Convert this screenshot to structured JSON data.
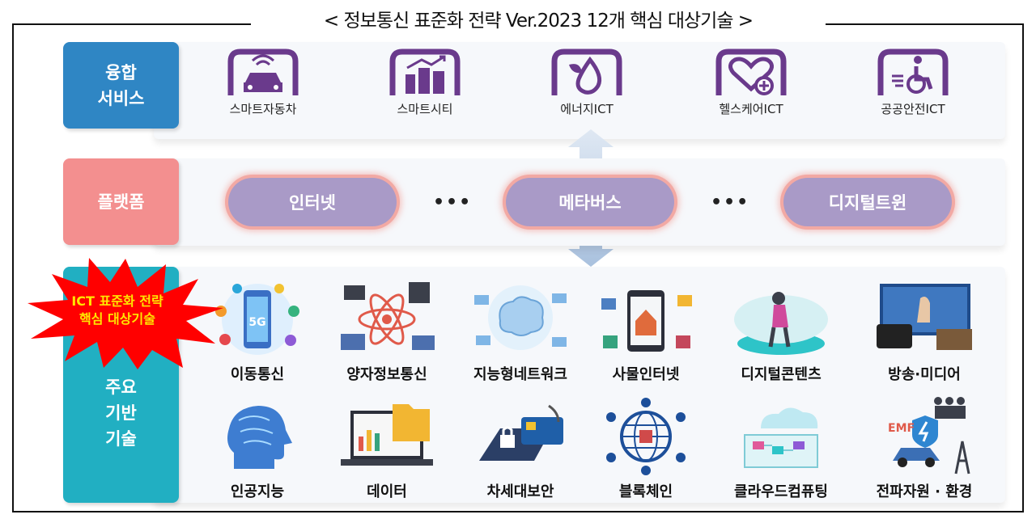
{
  "title": "< 정보통신 표준화 전략 Ver.2023 12개 핵심 대상기술 >",
  "categories": {
    "convergence": {
      "label_line1": "융합",
      "label_line2": "서비스"
    },
    "platform": {
      "label": "플랫폼"
    },
    "foundation": {
      "label_line1": "주요",
      "label_line2": "기반",
      "label_line3": "기술"
    }
  },
  "services": [
    {
      "label": "스마트자동차",
      "icon": "smart-car-icon"
    },
    {
      "label": "스마트시티",
      "icon": "smart-city-icon"
    },
    {
      "label": "에너지ICT",
      "icon": "energy-drop-icon"
    },
    {
      "label": "헬스케어ICT",
      "icon": "health-heart-icon"
    },
    {
      "label": "공공안전ICT",
      "icon": "wheelchair-icon"
    }
  ],
  "platforms": {
    "items": [
      "인터넷",
      "메타버스",
      "디지털트윈"
    ],
    "ellipsis": "•••"
  },
  "core_badge": {
    "line1": "ICT 표준화 전략",
    "line2": "핵심 대상기술"
  },
  "technologies_row1": [
    "이동통신",
    "양자정보통신",
    "지능형네트워크",
    "사물인터넷",
    "디지털콘텐츠",
    "방송·미디어"
  ],
  "technologies_row2": [
    "인공지능",
    "데이터",
    "차세대보안",
    "블록체인",
    "클라우드컴퓨팅",
    "전파자원 · 환경"
  ],
  "colors": {
    "convergence": "#2f86c4",
    "platform": "#f38f8f",
    "foundation": "#21afc2",
    "icon_purple": "#6a3a8c",
    "pill": "#a99ac7",
    "burst": "#ff0000",
    "burst_text": "#ffe600"
  }
}
